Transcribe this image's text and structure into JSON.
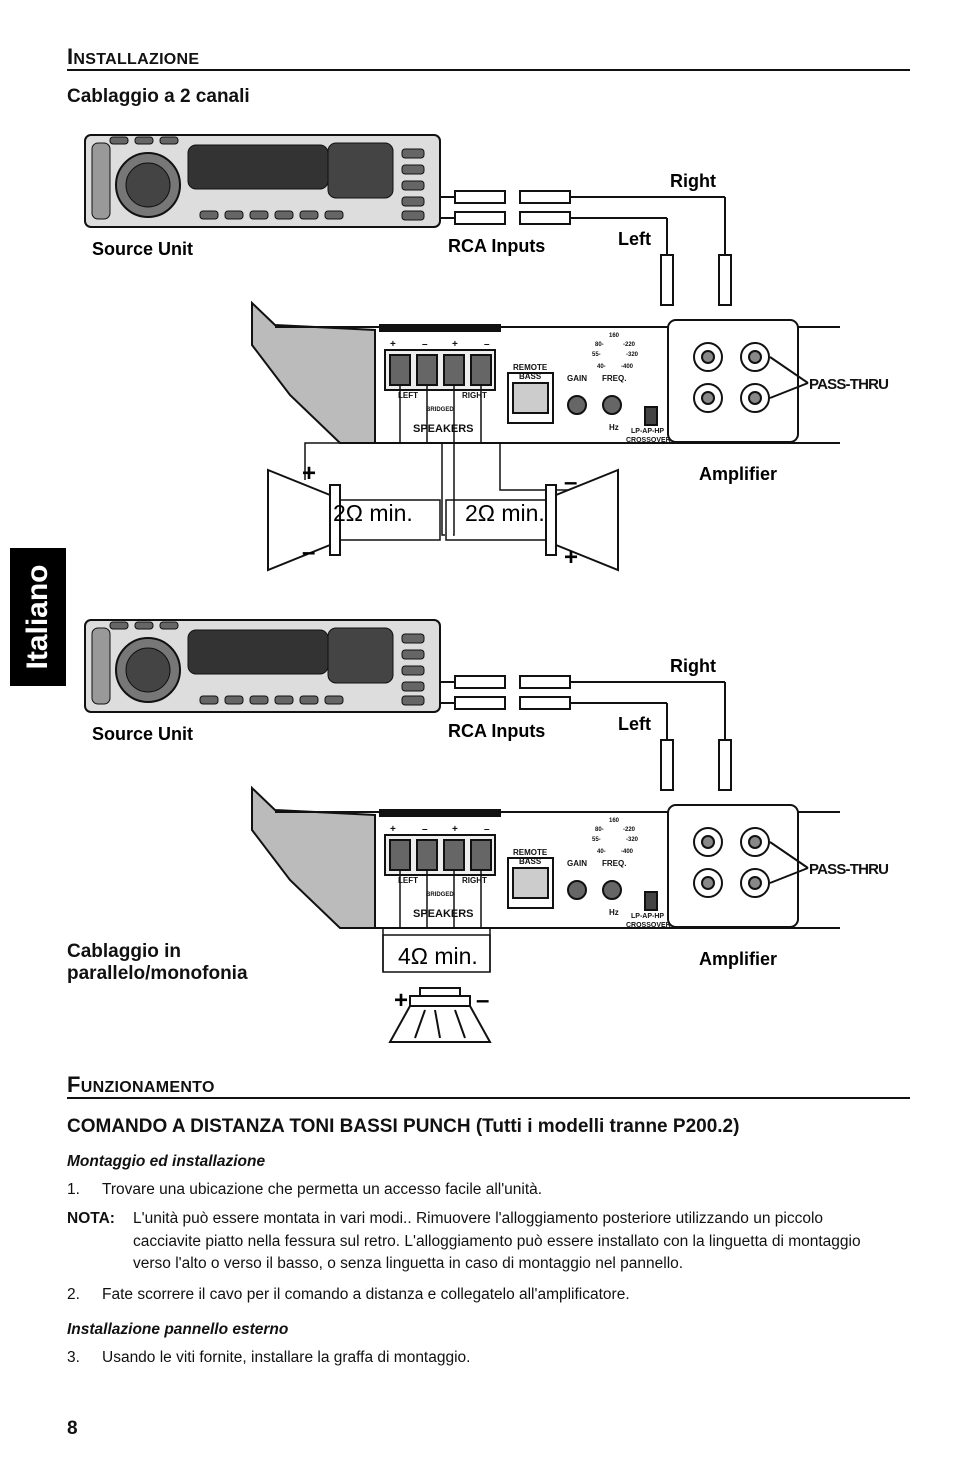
{
  "section1": {
    "title_cap": "I",
    "title_rest": "NSTALLAZIONE"
  },
  "sub1": "Cablaggio a 2 canali",
  "diagram": {
    "source_unit": "Source Unit",
    "rca_inputs": "RCA Inputs",
    "right": "Right",
    "left": "Left",
    "pass_thru": "PASS-THRU",
    "amplifier": "Amplifier",
    "remote_bass": [
      "REMOTE",
      "BASS"
    ],
    "gain": "GAIN",
    "freq": "FREQ.",
    "hz": "Hz",
    "freq_scale": [
      "160",
      "80-",
      "-220",
      "55-",
      "-320",
      "40-",
      "-400"
    ],
    "crossover": [
      "LP-AP-HP",
      "CROSSOVER"
    ],
    "term_left": "LEFT",
    "term_right": "RIGHT",
    "bridged": "BRIDGED",
    "speakers": "SPEAKERS",
    "polarity": [
      "+",
      "–",
      "+",
      "–"
    ],
    "imp_2ohm": "2Ω min.",
    "imp_4ohm": "4Ω min.",
    "plus": "+",
    "minus": "–"
  },
  "sub2_line1": "Cablaggio in",
  "sub2_line2": "parallelo/monofonia",
  "section2": {
    "title_cap": "F",
    "title_rest": "UNZIONAMENTO"
  },
  "heading2_main": "COMANDO A DISTANZA TONI BASSI PUNCH",
  "heading2_paren": "(Tutti i modelli tranne P200.2)",
  "italic1": "Montaggio ed installazione",
  "step1_num": "1.",
  "step1": "Trovare una ubicazione che permetta un accesso facile all'unità.",
  "nota_label": "NOTA:",
  "nota_lines": [
    "L'unità può essere montata in vari modi.. Rimuovere l'alloggiamento posteriore utilizzando un piccolo",
    "cacciavite piatto nella fessura sul retro. L'alloggiamento può essere installato con la linguetta di montaggio",
    "verso l'alto o verso il basso, o senza linguetta in caso di montaggio nel pannello."
  ],
  "step2_num": "2.",
  "step2": "Fate scorrere il cavo per il comando a distanza e collegatelo all'amplificatore.",
  "italic2": "Installazione pannello esterno",
  "step3_num": "3.",
  "step3": "Usando le viti fornite, installare la graffa di montaggio.",
  "side_tab": "Italiano",
  "page_number": "8"
}
